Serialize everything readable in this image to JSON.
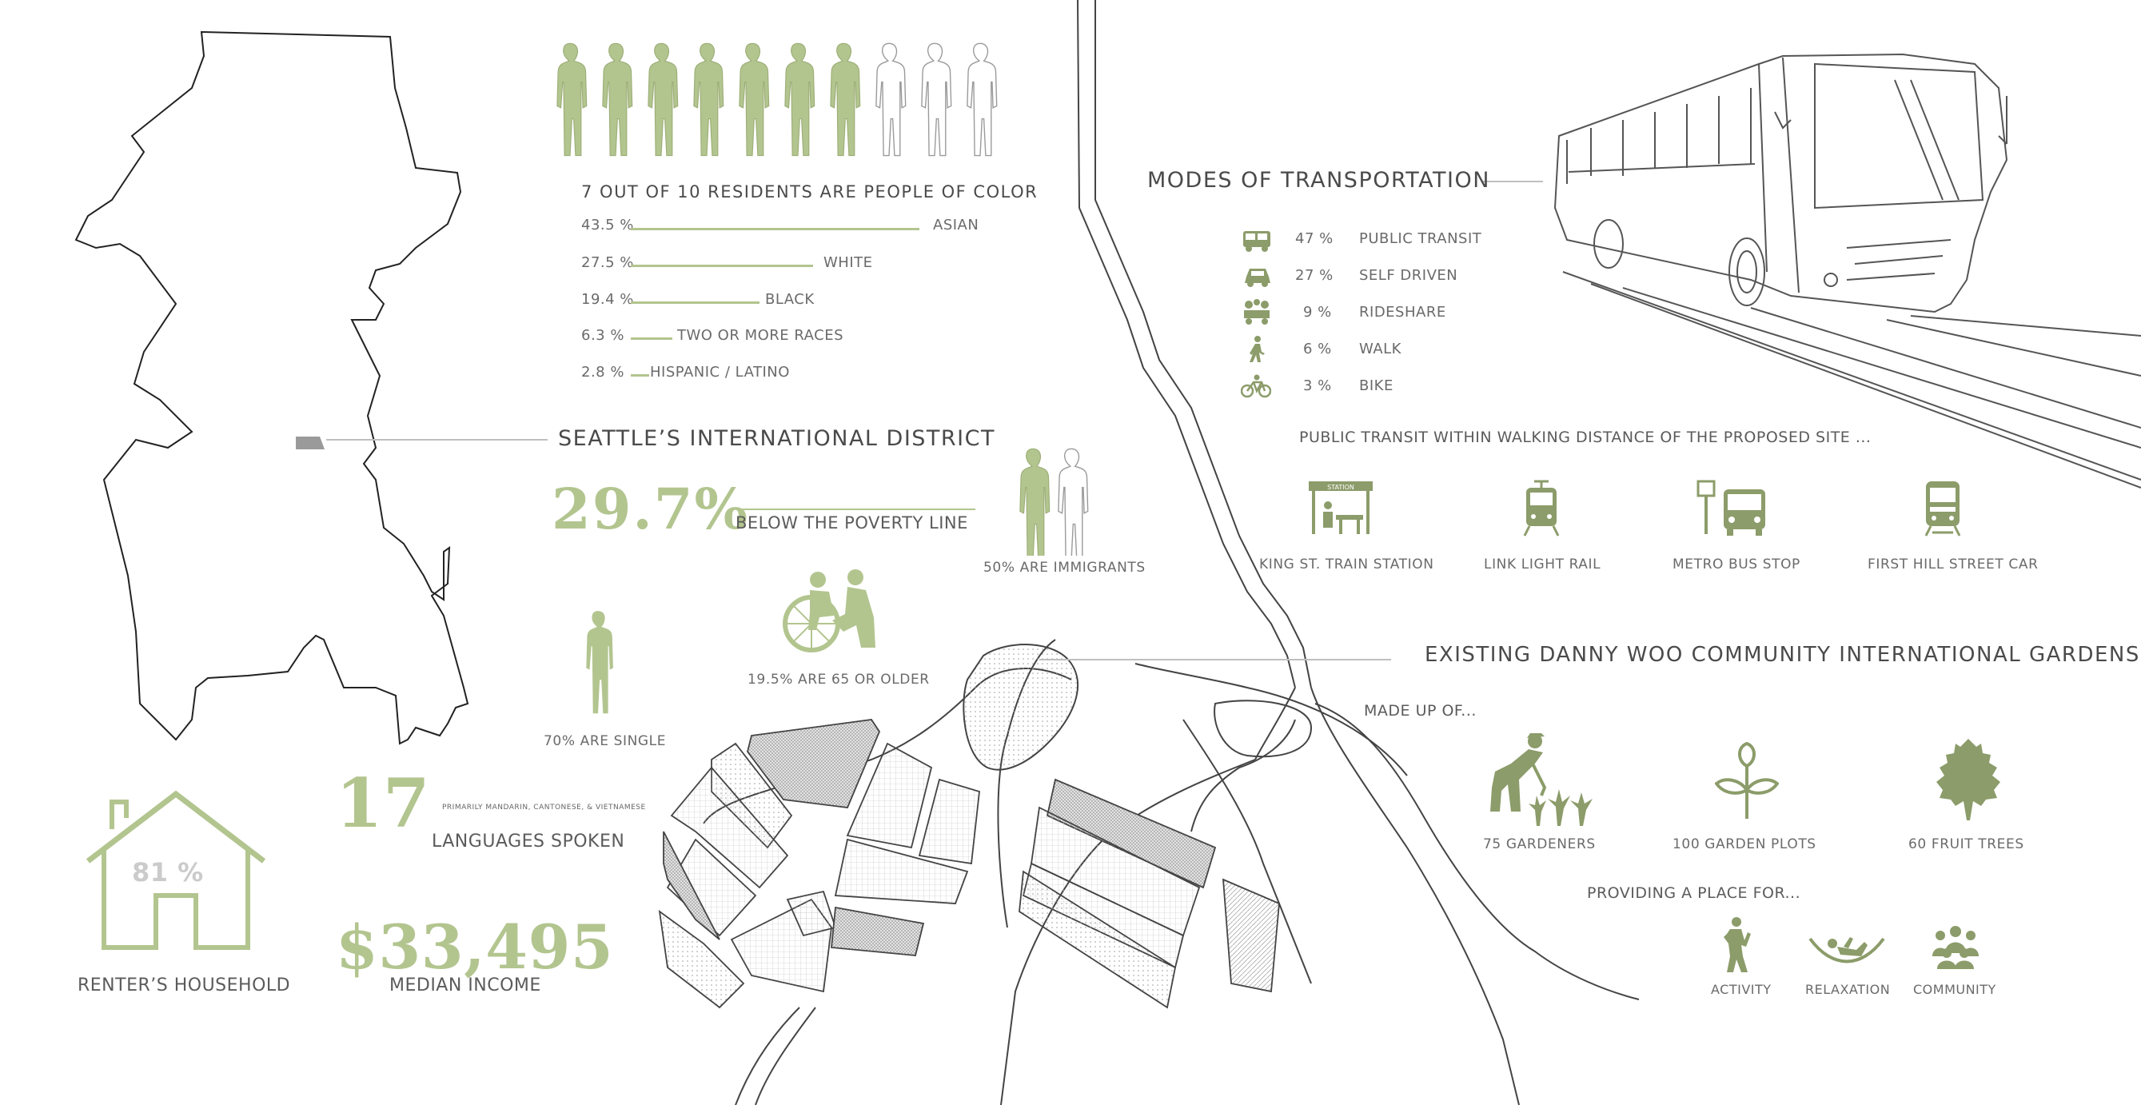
{
  "colors": {
    "accent": "#aebf88",
    "accent_dark": "#8c9c6a",
    "line": "#444444",
    "map_line": "#bdbdbd"
  },
  "demographics": {
    "residents_figure_count": 10,
    "residents_colored": 7,
    "headline": "7 OUT OF 10 RESIDENTS ARE PEOPLE OF COLOR",
    "races": [
      {
        "pct": "43.5 %",
        "label": "ASIAN",
        "value": 43.5
      },
      {
        "pct": "27.5 %",
        "label": "WHITE",
        "value": 27.5
      },
      {
        "pct": "19.4 %",
        "label": "BLACK",
        "value": 19.4
      },
      {
        "pct": "6.3 %",
        "label": "TWO OR MORE RACES",
        "value": 6.3
      },
      {
        "pct": "2.8 %",
        "label": "HISPANIC / LATINO",
        "value": 2.8
      }
    ]
  },
  "district": {
    "title": "SEATTLE’S INTERNATIONAL DISTRICT"
  },
  "poverty": {
    "value": "29.7%",
    "label": "BELOW THE POVERTY LINE"
  },
  "immigrants": {
    "label": "50% ARE IMMIGRANTS"
  },
  "elderly": {
    "label": "19.5% ARE 65 OR OLDER"
  },
  "single": {
    "label": "70% ARE SINGLE"
  },
  "renters": {
    "value": "81 %",
    "label": "RENTER’S HOUSEHOLD"
  },
  "languages": {
    "value": "17",
    "note": "PRIMARILY MANDARIN, CANTONESE, & VIETNAMESE",
    "label": "LANGUAGES SPOKEN"
  },
  "income": {
    "value": "$33,495",
    "label": "MEDIAN INCOME"
  },
  "transport": {
    "title": "MODES OF TRANSPORTATION",
    "modes": [
      {
        "icon": "bus-icon",
        "pct": "47 %",
        "label": "PUBLIC TRANSIT"
      },
      {
        "icon": "car-icon",
        "pct": "27 %",
        "label": "SELF DRIVEN"
      },
      {
        "icon": "rideshare-icon",
        "pct": "9 %",
        "label": "RIDESHARE"
      },
      {
        "icon": "walk-icon",
        "pct": "6 %",
        "label": "WALK"
      },
      {
        "icon": "bike-icon",
        "pct": "3 %",
        "label": "BIKE"
      }
    ],
    "nearby_title": "PUBLIC TRANSIT WITHIN WALKING DISTANCE OF THE PROPOSED SITE ...",
    "station_sign": "STATION",
    "nearby": [
      {
        "icon": "train-station-icon",
        "label": "KING ST. TRAIN STATION"
      },
      {
        "icon": "light-rail-icon",
        "label": "LINK LIGHT RAIL"
      },
      {
        "icon": "bus-stop-icon",
        "label": "METRO BUS STOP"
      },
      {
        "icon": "streetcar-icon",
        "label": "FIRST HILL STREET CAR"
      }
    ]
  },
  "gardens": {
    "title": "EXISTING DANNY WOO COMMUNITY INTERNATIONAL GARDENS",
    "made_up_of": "MADE UP OF...",
    "stats": [
      {
        "icon": "gardener-icon",
        "label": "75 GARDENERS"
      },
      {
        "icon": "sprout-icon",
        "label": "100 GARDEN PLOTS"
      },
      {
        "icon": "tree-icon",
        "label": "60 FRUIT TREES"
      }
    ],
    "providing": "PROVIDING A PLACE FOR...",
    "uses": [
      {
        "icon": "activity-icon",
        "label": "ACTIVITY"
      },
      {
        "icon": "relaxation-icon",
        "label": "RELAXATION"
      },
      {
        "icon": "community-icon",
        "label": "COMMUNITY"
      }
    ]
  }
}
